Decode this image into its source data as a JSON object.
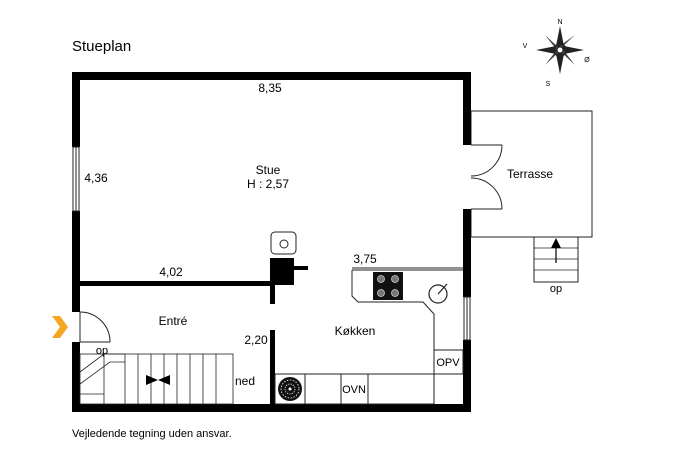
{
  "title": "Stueplan",
  "disclaimer": "Vejledende tegning uden ansvar.",
  "compass": {
    "n": "N",
    "s": "S",
    "e": "Ø",
    "w": "V"
  },
  "rooms": {
    "stue": {
      "name": "Stue",
      "height": "H : 2,57"
    },
    "terrasse": {
      "name": "Terrasse"
    },
    "entre": {
      "name": "Entré"
    },
    "kokken": {
      "name": "Køkken"
    }
  },
  "dimensions": {
    "top": "8,35",
    "left": "4,36",
    "entre_wall": "4,02",
    "kitchen": "3,75",
    "between": "2,20"
  },
  "labels": {
    "op_entrance": "op",
    "op_terrace": "op",
    "ned": "ned",
    "ovn": "OVN",
    "opv": "OPV"
  },
  "colors": {
    "wall": "#000000",
    "entrance_arrow": "#f5a623"
  }
}
